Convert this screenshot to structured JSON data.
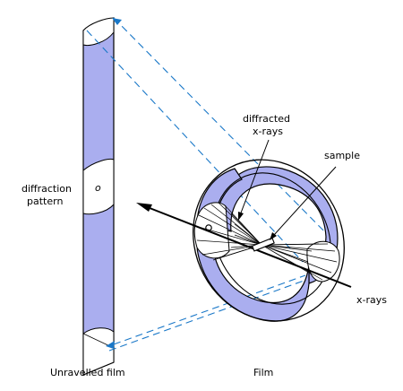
{
  "labels": {
    "diffracted": [
      "diffracted",
      "x-rays"
    ],
    "sample": "sample",
    "diffraction_pattern": [
      "diffraction",
      "pattern"
    ],
    "xrays": "x-rays",
    "unravelled_film": "Unravelled film",
    "film": "Film",
    "pattern_mark": "o"
  },
  "colors": {
    "film_fill": "#aaaeef",
    "projection_lines": "#1a78c8",
    "outline": "#000000"
  }
}
